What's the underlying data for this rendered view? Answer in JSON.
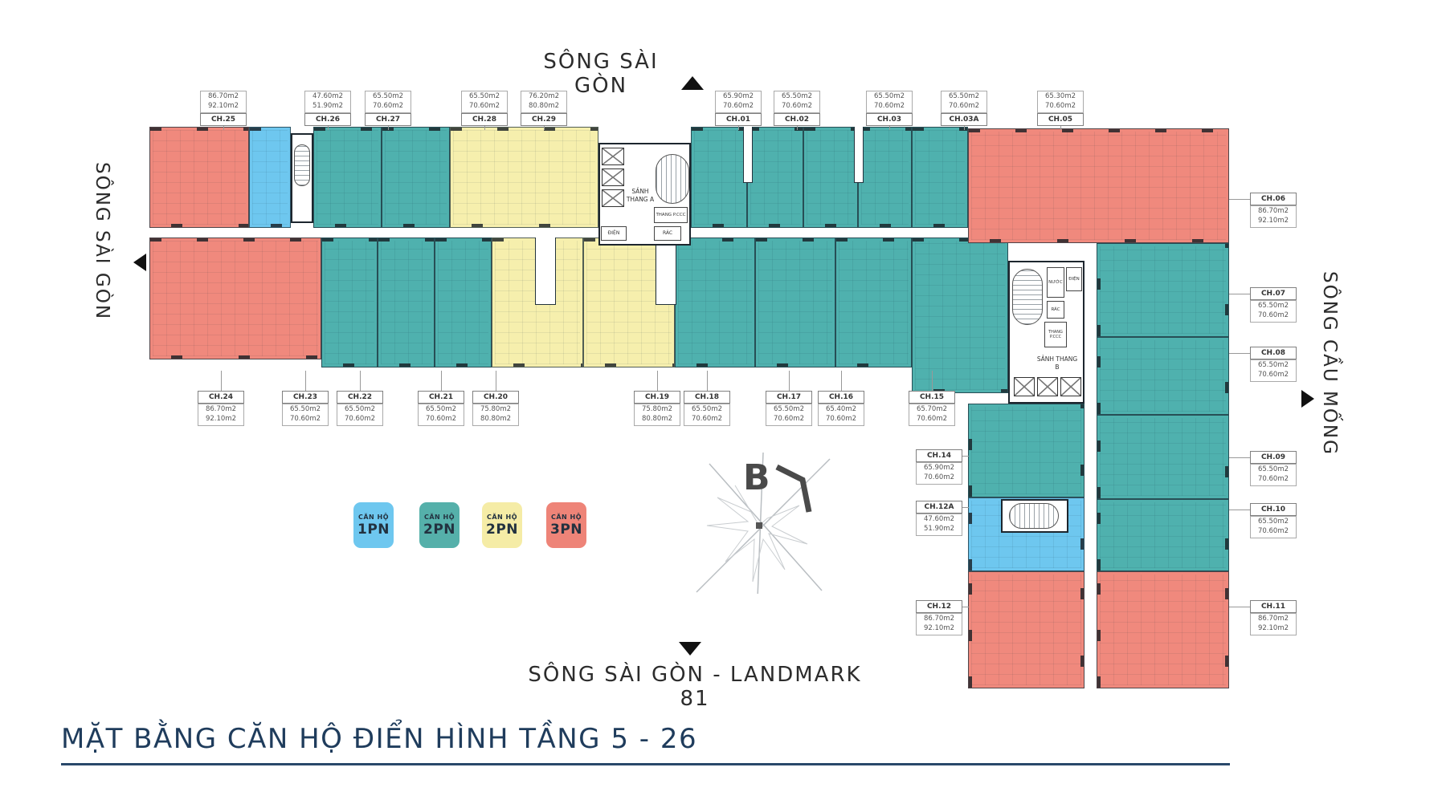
{
  "title": "MẶT BẰNG CĂN HỘ ĐIỂN HÌNH TẦNG 5 - 26",
  "surroundings": {
    "north": "SÔNG SÀI GÒN",
    "west": "SÔNG SÀI GÒN",
    "east": "SÔNG CẦU MỐNG",
    "south": "SÔNG SÀI GÒN - LANDMARK 81"
  },
  "compass": {
    "north_letter": "B"
  },
  "legend": {
    "items": [
      {
        "label": "CĂN HỘ",
        "type": "1PN",
        "color": "#6ec7ef"
      },
      {
        "label": "CĂN HỘ",
        "type": "2PN",
        "color": "#55b0aa"
      },
      {
        "label": "CĂN HỘ",
        "type": "2PN",
        "color": "#f5eca6"
      },
      {
        "label": "CĂN HỘ",
        "type": "3PN",
        "color": "#ee8478"
      }
    ]
  },
  "core_rooms": {
    "lobby_a": "SẢNH THANG A",
    "lobby_b": "SẢNH THANG B",
    "fire_stair": "THANG P.CCC",
    "electrical": "ĐIỆN",
    "trash": "RÁC",
    "water": "NƯỚC"
  },
  "units": [
    {
      "id": "CH.25",
      "area1": "86.70m2",
      "area2": "92.10m2",
      "type": "3PN"
    },
    {
      "id": "CH.26",
      "area1": "47.60m2",
      "area2": "51.90m2",
      "type": "1PN"
    },
    {
      "id": "CH.27",
      "area1": "65.50m2",
      "area2": "70.60m2",
      "type": "2PN"
    },
    {
      "id": "CH.28",
      "area1": "65.50m2",
      "area2": "70.60m2",
      "type": "2PN"
    },
    {
      "id": "CH.29",
      "area1": "76.20m2",
      "area2": "80.80m2",
      "type": "2PN"
    },
    {
      "id": "CH.01",
      "area1": "65.90m2",
      "area2": "70.60m2",
      "type": "2PN"
    },
    {
      "id": "CH.02",
      "area1": "65.50m2",
      "area2": "70.60m2",
      "type": "2PN"
    },
    {
      "id": "CH.03",
      "area1": "65.50m2",
      "area2": "70.60m2",
      "type": "2PN"
    },
    {
      "id": "CH.03A",
      "area1": "65.50m2",
      "area2": "70.60m2",
      "type": "2PN"
    },
    {
      "id": "CH.05",
      "area1": "65.30m2",
      "area2": "70.60m2",
      "type": "2PN"
    },
    {
      "id": "CH.24",
      "area1": "86.70m2",
      "area2": "92.10m2",
      "type": "3PN"
    },
    {
      "id": "CH.23",
      "area1": "65.50m2",
      "area2": "70.60m2",
      "type": "2PN"
    },
    {
      "id": "CH.22",
      "area1": "65.50m2",
      "area2": "70.60m2",
      "type": "2PN"
    },
    {
      "id": "CH.21",
      "area1": "65.50m2",
      "area2": "70.60m2",
      "type": "2PN"
    },
    {
      "id": "CH.20",
      "area1": "75.80m2",
      "area2": "80.80m2",
      "type": "2PN"
    },
    {
      "id": "CH.19",
      "area1": "75.80m2",
      "area2": "80.80m2",
      "type": "2PN"
    },
    {
      "id": "CH.18",
      "area1": "65.50m2",
      "area2": "70.60m2",
      "type": "2PN"
    },
    {
      "id": "CH.17",
      "area1": "65.50m2",
      "area2": "70.60m2",
      "type": "2PN"
    },
    {
      "id": "CH.16",
      "area1": "65.40m2",
      "area2": "70.60m2",
      "type": "2PN"
    },
    {
      "id": "CH.15",
      "area1": "65.70m2",
      "area2": "70.60m2",
      "type": "2PN"
    },
    {
      "id": "CH.06",
      "area1": "86.70m2",
      "area2": "92.10m2",
      "type": "3PN"
    },
    {
      "id": "CH.07",
      "area1": "65.50m2",
      "area2": "70.60m2",
      "type": "2PN"
    },
    {
      "id": "CH.08",
      "area1": "65.50m2",
      "area2": "70.60m2",
      "type": "2PN"
    },
    {
      "id": "CH.09",
      "area1": "65.50m2",
      "area2": "70.60m2",
      "type": "2PN"
    },
    {
      "id": "CH.10",
      "area1": "65.50m2",
      "area2": "70.60m2",
      "type": "2PN"
    },
    {
      "id": "CH.11",
      "area1": "86.70m2",
      "area2": "92.10m2",
      "type": "3PN"
    },
    {
      "id": "CH.14",
      "area1": "65.90m2",
      "area2": "70.60m2",
      "type": "2PN"
    },
    {
      "id": "CH.12A",
      "area1": "47.60m2",
      "area2": "51.90m2",
      "type": "1PN"
    },
    {
      "id": "CH.12",
      "area1": "86.70m2",
      "area2": "92.10m2",
      "type": "3PN"
    }
  ]
}
